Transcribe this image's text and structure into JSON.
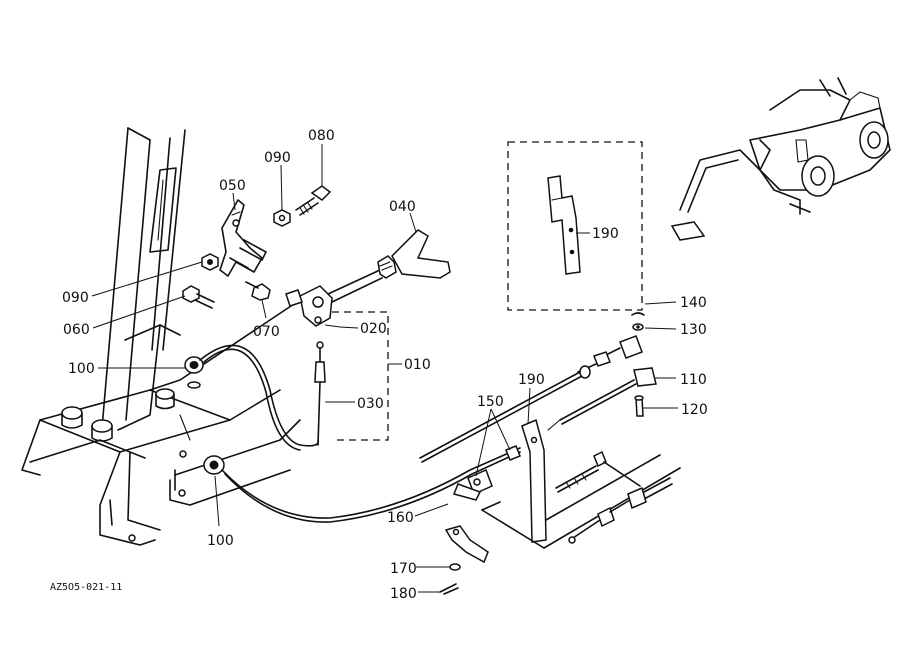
{
  "diagram": {
    "drawing_code": "AZ5O5-021-11",
    "callouts": {
      "c010": "010",
      "c020": "020",
      "c030": "030",
      "c040": "040",
      "c050": "050",
      "c060": "060",
      "c070": "070",
      "c080": "080",
      "c090a": "090",
      "c090b": "090",
      "c100a": "100",
      "c100b": "100",
      "c110": "110",
      "c120": "120",
      "c130": "130",
      "c140": "140",
      "c150": "150",
      "c160": "160",
      "c170": "170",
      "c180": "180",
      "c190a": "190",
      "c190b": "190"
    }
  }
}
